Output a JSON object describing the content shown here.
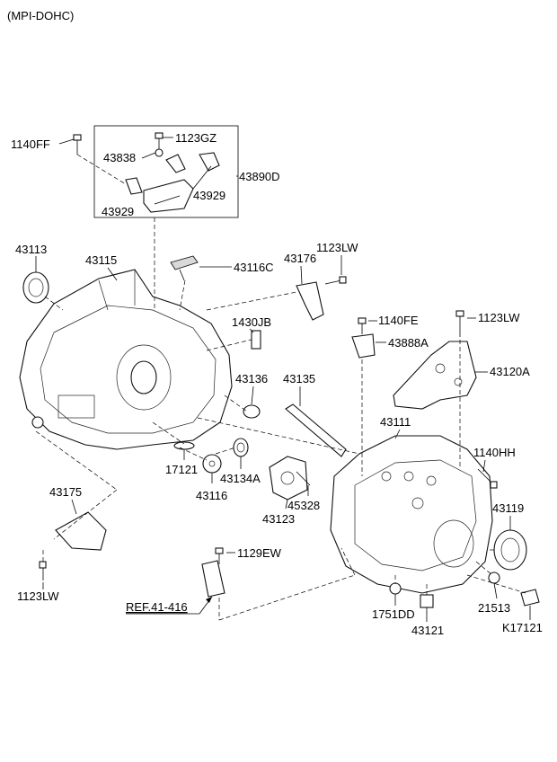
{
  "header": {
    "variant": "(MPI-DOHC)"
  },
  "ref_link": "REF.41-416",
  "parts": {
    "p1140FF": "1140FF",
    "p1123GZ": "1123GZ",
    "p43838": "43838",
    "p43890D": "43890D",
    "p43929a": "43929",
    "p43929b": "43929",
    "p43113": "43113",
    "p43115": "43115",
    "p43116C": "43116C",
    "p43176": "43176",
    "p1123LW_top": "1123LW",
    "p1430JB": "1430JB",
    "p1140FE": "1140FE",
    "p43888A": "43888A",
    "p1123LW_right": "1123LW",
    "p43120A": "43120A",
    "p43136": "43136",
    "p43135": "43135",
    "p43111": "43111",
    "p1140HH": "1140HH",
    "p17121": "17121",
    "p43134A": "43134A",
    "p43116": "43116",
    "p45328": "45328",
    "p43123": "43123",
    "p43119": "43119",
    "p43175": "43175",
    "p1129EW": "1129EW",
    "p1123LW_bottom": "1123LW",
    "p1751DD": "1751DD",
    "p21513": "21513",
    "p43121": "43121",
    "pK17121": "K17121"
  }
}
